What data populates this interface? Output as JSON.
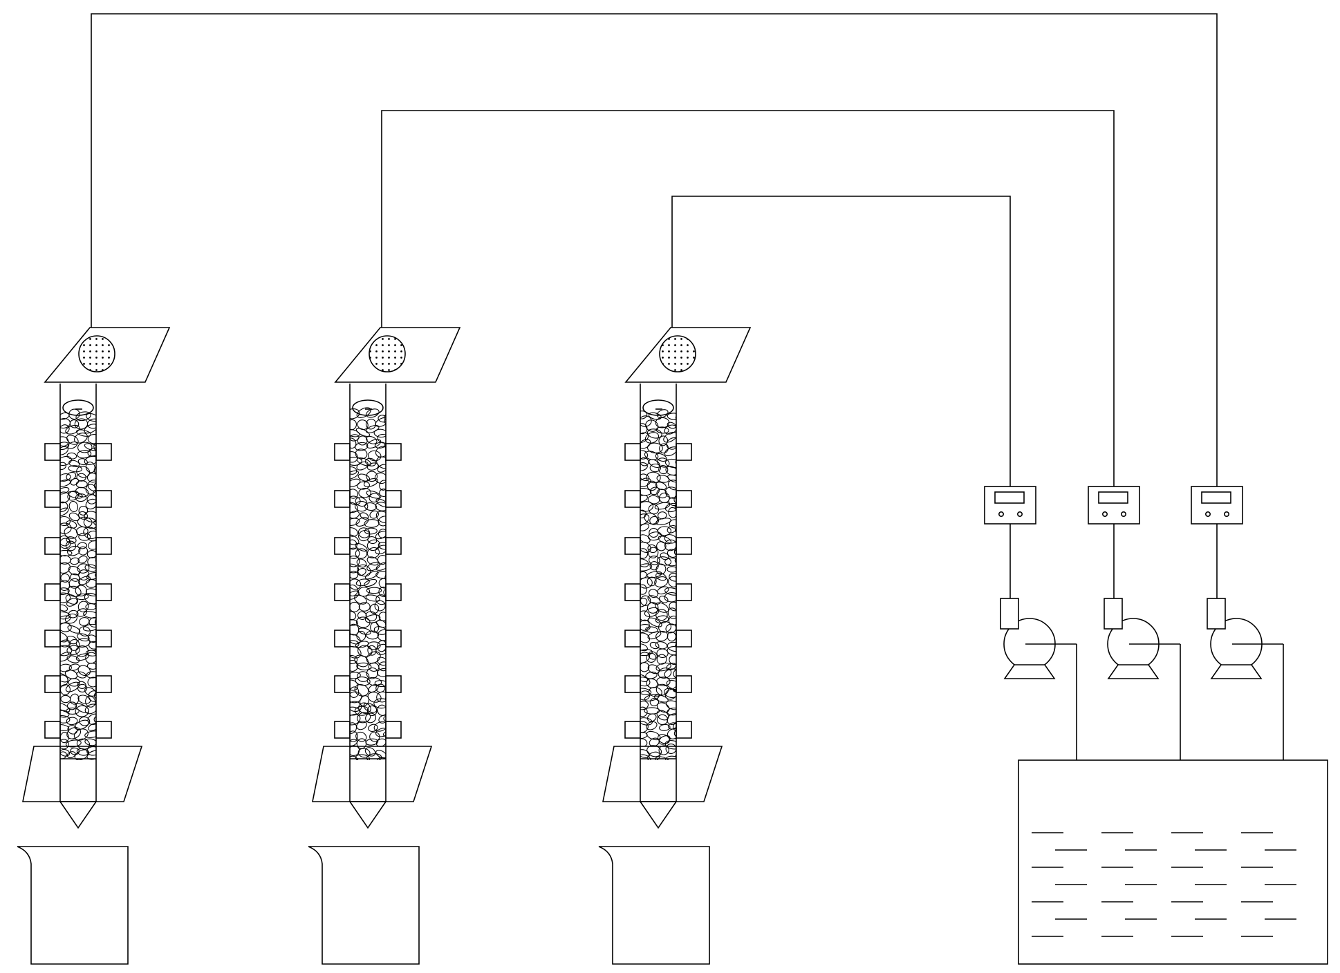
{
  "diagram": {
    "columns": [
      {
        "id": "column-1",
        "packing": "gravel",
        "sampling_ports_per_side": 7
      },
      {
        "id": "column-2",
        "packing": "gravel",
        "sampling_ports_per_side": 7
      },
      {
        "id": "column-3",
        "packing": "gravel",
        "sampling_ports_per_side": 7
      }
    ],
    "controllers": [
      {
        "id": "flow-controller-1",
        "feeds": "column-3"
      },
      {
        "id": "flow-controller-2",
        "feeds": "column-2"
      },
      {
        "id": "flow-controller-3",
        "feeds": "column-1"
      }
    ],
    "pumps": [
      {
        "id": "pump-1",
        "feeds": "flow-controller-1"
      },
      {
        "id": "pump-2",
        "feeds": "flow-controller-2"
      },
      {
        "id": "pump-3",
        "feeds": "flow-controller-3"
      }
    ],
    "beakers": 3,
    "reservoir": {
      "id": "liquid-reservoir",
      "contains": "liquid"
    },
    "colors": {
      "stroke": "#000000",
      "background": "#ffffff"
    }
  }
}
